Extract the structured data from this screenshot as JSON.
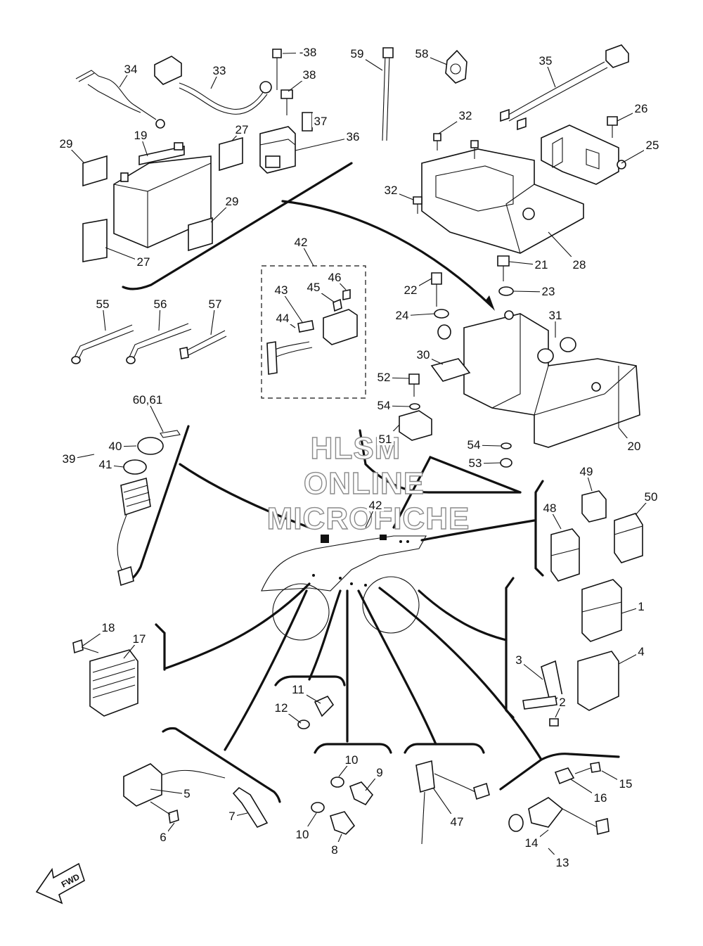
{
  "diagram": {
    "callouts": [
      "1",
      "2",
      "3",
      "4",
      "5",
      "6",
      "7",
      "8",
      "9",
      "10",
      "10",
      "11",
      "12",
      "13",
      "14",
      "15",
      "16",
      "17",
      "18",
      "19",
      "20",
      "21",
      "22",
      "23",
      "24",
      "25",
      "26",
      "27",
      "27",
      "28",
      "29",
      "29",
      "30",
      "31",
      "32",
      "32",
      "33",
      "34",
      "35",
      "36",
      "37",
      "38",
      "-38",
      "39",
      "40",
      "41",
      "42",
      "42",
      "43",
      "44",
      "45",
      "46",
      "47",
      "48",
      "49",
      "50",
      "51",
      "52",
      "53",
      "54",
      "54",
      "55",
      "56",
      "57",
      "58",
      "59",
      "60,61"
    ],
    "fwd_label": "FWD"
  },
  "watermark": {
    "line1": "HLSM",
    "line2": "ONLINE",
    "line3": "MICROFICHE"
  }
}
